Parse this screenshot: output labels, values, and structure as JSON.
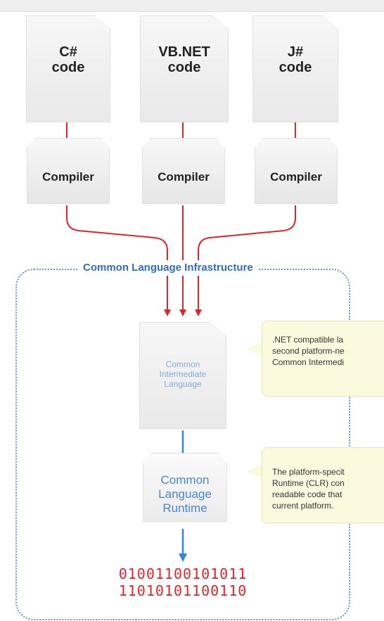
{
  "languages": [
    {
      "label": "C#\ncode"
    },
    {
      "label": "VB.NET\ncode"
    },
    {
      "label": "J#\ncode"
    }
  ],
  "compilers": [
    {
      "label": "Compiler"
    },
    {
      "label": "Compiler"
    },
    {
      "label": "Compiler"
    }
  ],
  "cli": {
    "title": "Common Language Infrastructure"
  },
  "intermediate": {
    "label": "Common\nIntermediate\nLanguage"
  },
  "runtime": {
    "label": "Common\nLanguage\nRuntime"
  },
  "notes": [
    {
      "text": ".NET compatible la\nsecond platform-ne\nCommon Intermedi"
    },
    {
      "text": "The platform-specit\nRuntime (CLR) con\nreadable code that\ncurrent platform."
    }
  ],
  "binary_output": "01001100101011\n11010101100110",
  "colors": {
    "compile_arrow": "#d9262c",
    "runtime_arrow": "#2f86de",
    "cli_border": "#6f8fd4",
    "cli_title": "#2f6cc7",
    "note_bg": "#fbfadf"
  }
}
